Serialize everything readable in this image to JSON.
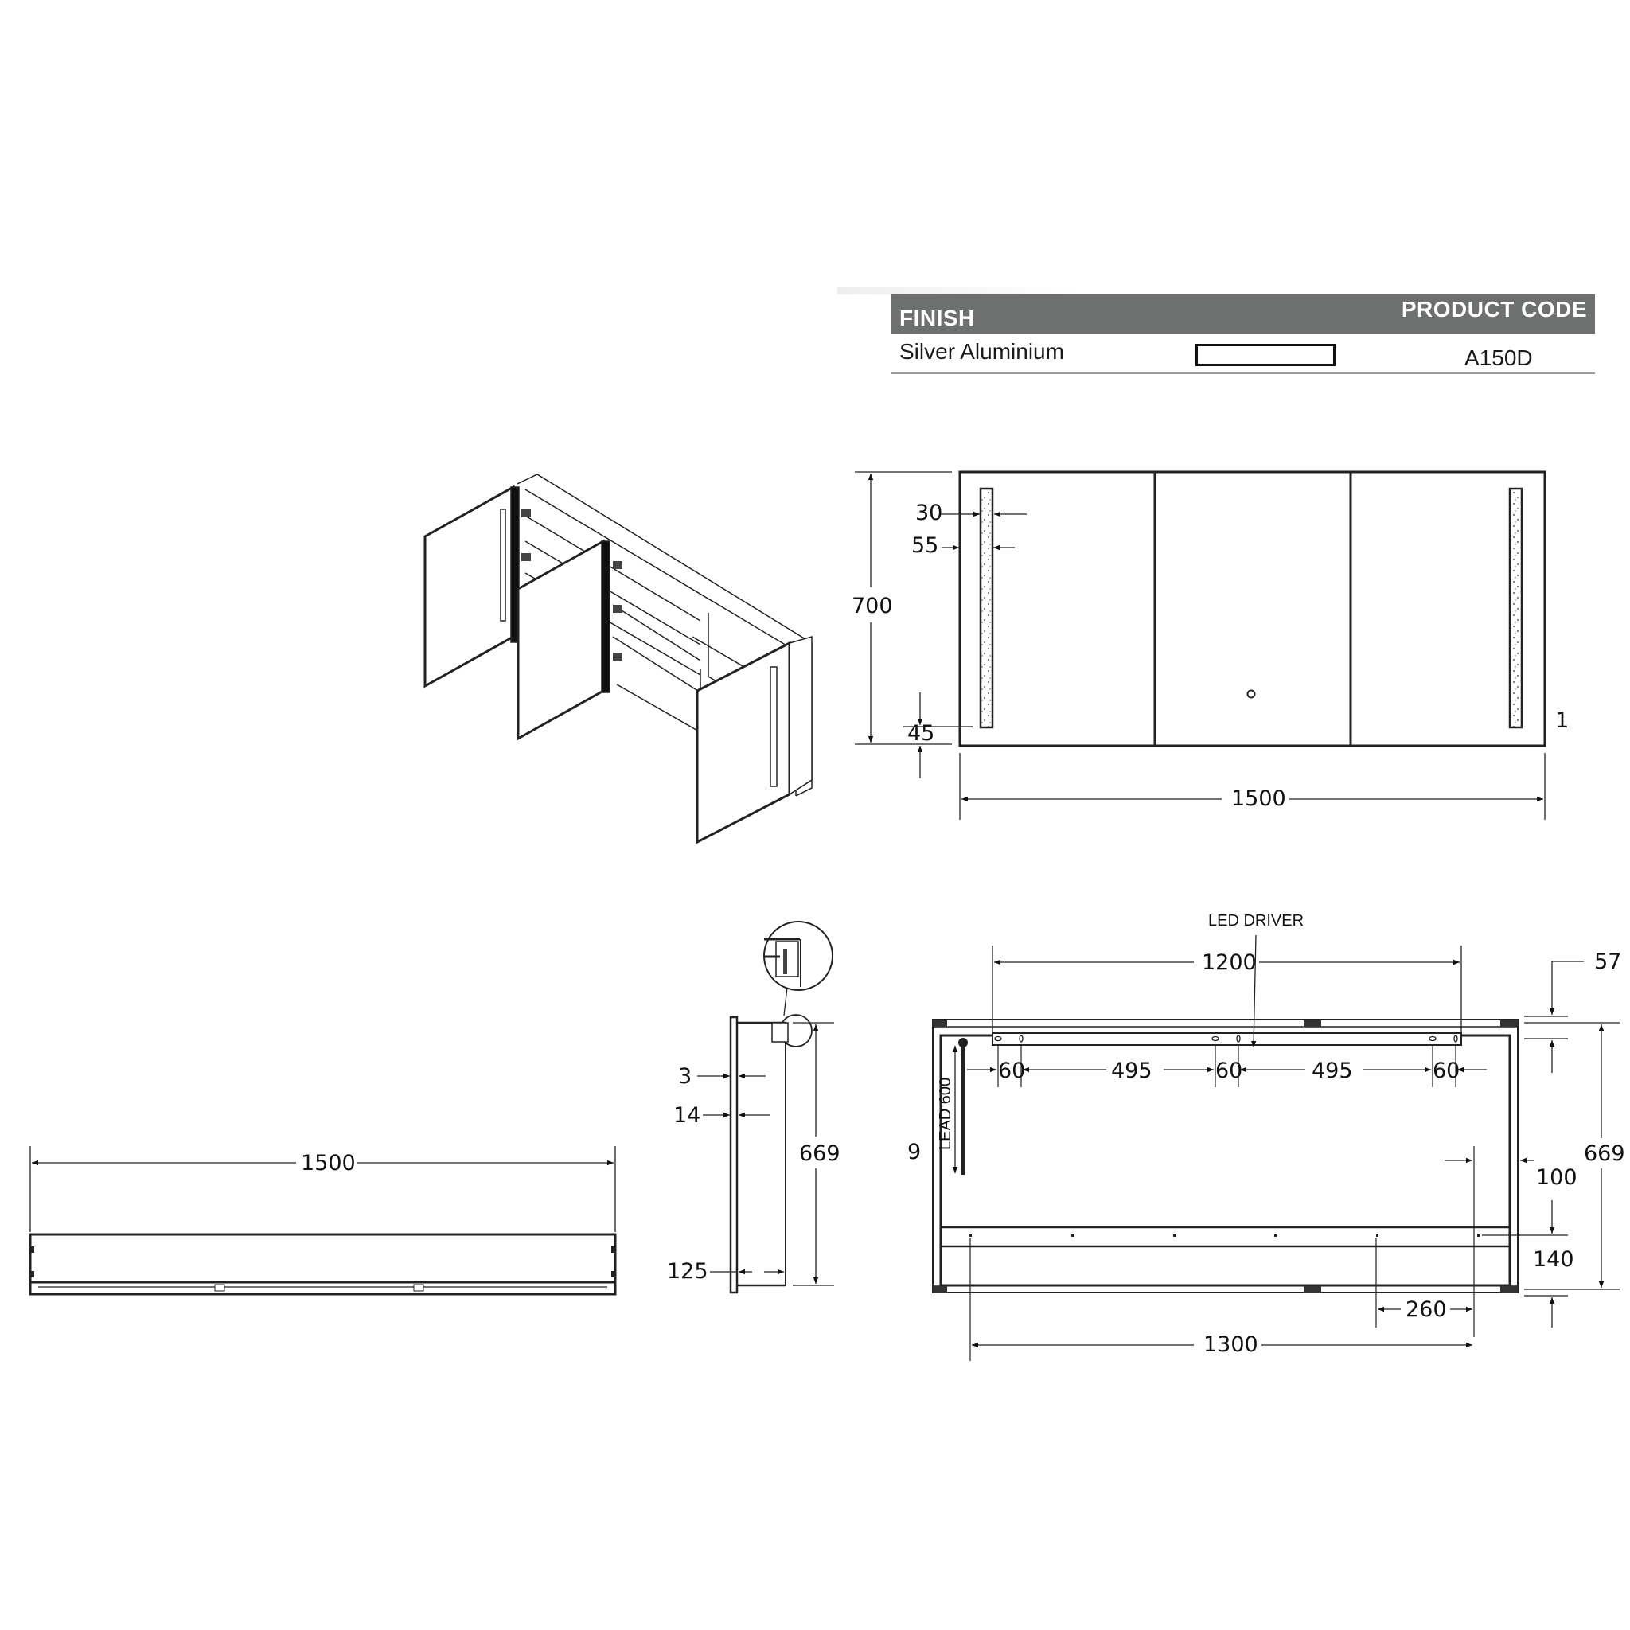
{
  "finish_table": {
    "header_finish": "FINISH",
    "header_product_code": "PRODUCT CODE",
    "rows": [
      {
        "finish": "Silver Aluminium",
        "swatch_color": "#ffffff",
        "product_code": "A150D"
      }
    ],
    "header_color": "#6e7070"
  },
  "front_view": {
    "dim_height": "700",
    "dim_width": "1500",
    "dim_led_strip_width": "30",
    "dim_led_inset": "55",
    "dim_led_bottom": "45",
    "section_marker": "1",
    "door_count": 3
  },
  "top_view": {
    "dim_width": "1500"
  },
  "side_view": {
    "dim_glass": "3",
    "dim_door": "14",
    "dim_depth": "125",
    "dim_height": "669"
  },
  "rear_view": {
    "label_led_driver": "LED DRIVER",
    "label_lead": "LEAD 600",
    "dim_bracket_span": "1200",
    "dim_top_offset": "57",
    "dim_slot_1": "60",
    "dim_gap_1": "495",
    "dim_slot_2": "60",
    "dim_gap_2": "495",
    "dim_slot_3": "60",
    "dim_side_marker": "9",
    "dim_height": "669",
    "dim_side_inset": "100",
    "dim_bottom_rail": "140",
    "dim_hole_spacing": "260",
    "dim_hole_span": "1300"
  }
}
